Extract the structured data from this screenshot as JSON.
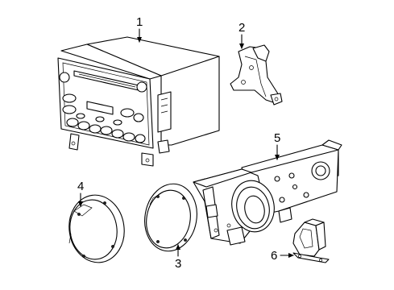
{
  "callouts": [
    {
      "id": "radio-receiver",
      "number": "1"
    },
    {
      "id": "mounting-bracket",
      "number": "2"
    },
    {
      "id": "speaker-right",
      "number": "3"
    },
    {
      "id": "speaker-left",
      "number": "4"
    },
    {
      "id": "subwoofer-enclosure",
      "number": "5"
    },
    {
      "id": "amplifier-bracket",
      "number": "6"
    }
  ],
  "colors": {
    "line": "#000000",
    "background": "#ffffff",
    "shade": "#e6e6e6"
  }
}
